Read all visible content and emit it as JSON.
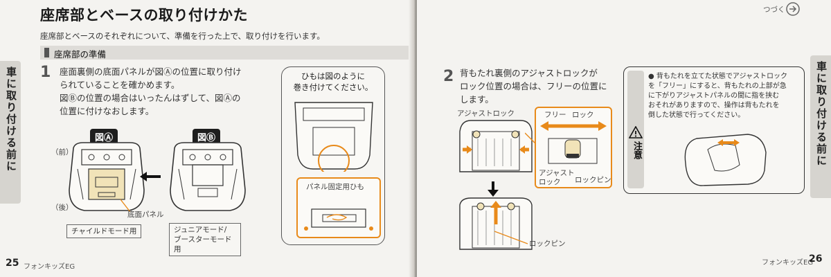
{
  "left_page": {
    "side_tab": "車に取り付ける前に",
    "title": "座席部とベースの取り付けかた",
    "subtitle": "座席部とベースのそれぞれについて、準備を行った上で、取り付けを行います。",
    "section_heading": "座席部の準備",
    "step1": {
      "number": "1",
      "lines": [
        "座面裏側の底面パネルが図Ⓐの位置に取り付け",
        "られていることを確かめます。",
        "図Ⓑの位置の場合はいったんはずして、図Ⓐの",
        "位置に付けなおします。"
      ]
    },
    "figure_a": {
      "label": "図Ⓐ",
      "front_label": "（前）",
      "rear_label": "（後）",
      "panel_label": "底面パネル",
      "caption": "チャイルドモード用"
    },
    "figure_b": {
      "label": "図Ⓑ",
      "caption_line1": "ジュニアモード/",
      "caption_line2": "ブースターモード用"
    },
    "callout": {
      "line1": "ひもは図のように",
      "line2": "巻き付けてください。",
      "cord_label": "パネル固定用ひも"
    },
    "page_number": "25",
    "product_name": "フォンキッズEG"
  },
  "right_page": {
    "side_tab": "車に取り付ける前に",
    "continue_label": "つづく",
    "step2": {
      "number": "2",
      "lines": [
        "背もたれ裏側のアジャストロックが",
        "ロック位置の場合は、フリーの位置に",
        "します。"
      ]
    },
    "labels": {
      "adjust_lock_top": "アジャストロック",
      "free": "フリー",
      "lock": "ロック",
      "adjust_lock_bottom_1": "アジャスト",
      "adjust_lock_bottom_2": "ロック",
      "lock_pin_inset": "ロックピン",
      "lock_pin_bottom": "ロックピン"
    },
    "caution": {
      "tab_label": "注意",
      "lines": [
        "● 背もたれを立てた状態でアジャストロック",
        "を「フリー」にすると、背もたれの上部が急",
        "に下がりアジャストパネルの間に指を挟む",
        "おそれがありますので、操作は背もたれを",
        "倒した状態で行ってください。"
      ]
    },
    "page_number": "26",
    "product_name": "フォンキッズEG"
  },
  "colors": {
    "accent": "#e88a1a",
    "paper": "#f4f3f0",
    "tab": "#d6d4cf"
  }
}
